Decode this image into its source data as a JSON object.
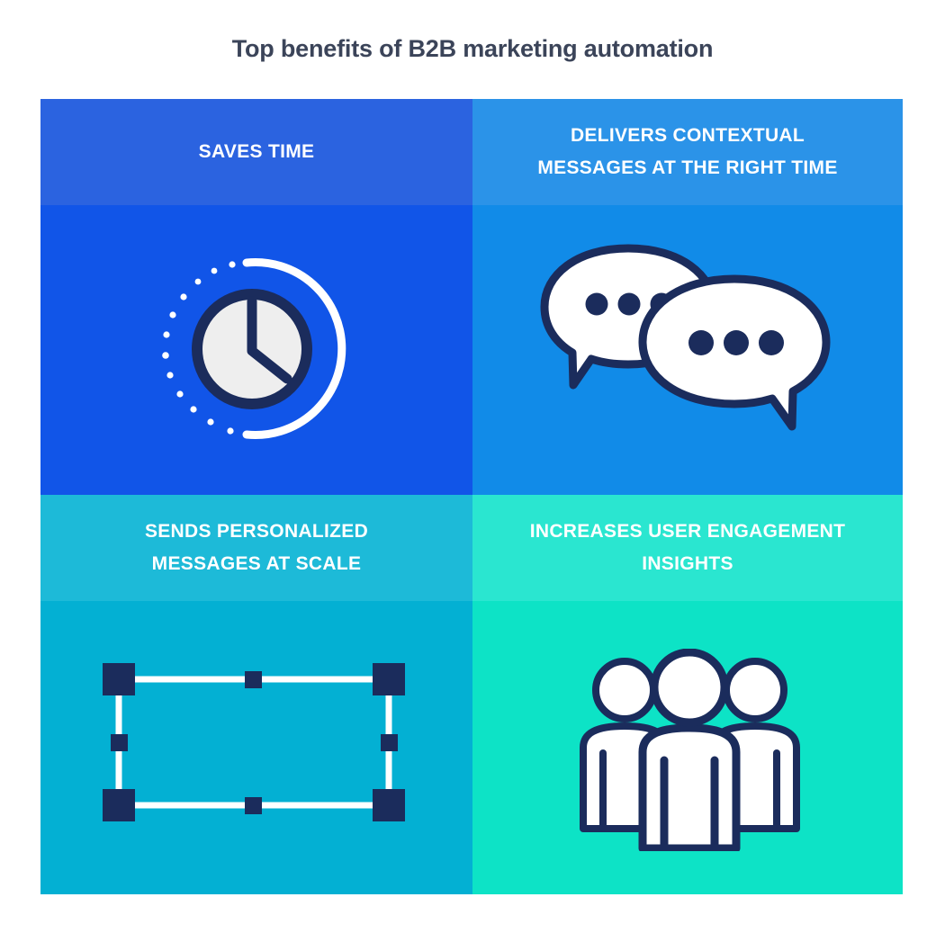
{
  "page": {
    "title": "Top benefits of B2B marketing automation",
    "background_color": "#ffffff",
    "title_color": "#3b4459",
    "icon_outline_color": "#1b2c5c",
    "icon_fill_color": "#f2f2f2"
  },
  "quadrants": [
    {
      "id": "saves-time",
      "position": "top-left",
      "header_line1": "SAVES TIME",
      "header_line2": "",
      "icon": "clock-icon",
      "header_color": "#2b63e0",
      "body_color": "#1155e8"
    },
    {
      "id": "contextual-messages",
      "position": "top-right",
      "header_line1": "DELIVERS CONTEXTUAL",
      "header_line2": "MESSAGES AT THE RIGHT TIME",
      "icon": "speech-bubbles-icon",
      "header_color": "#2b93e8",
      "body_color": "#118be8"
    },
    {
      "id": "personalized-at-scale",
      "position": "bottom-left",
      "header_line1": "SENDS PERSONALIZED",
      "header_line2": "MESSAGES AT SCALE",
      "icon": "scale-handles-icon",
      "header_color": "#1dbad8",
      "body_color": "#03b0d3"
    },
    {
      "id": "engagement-insights",
      "position": "bottom-right",
      "header_line1": "INCREASES USER ENGAGEMENT",
      "header_line2": "INSIGHTS",
      "icon": "people-group-icon",
      "header_color": "#2ae6d0",
      "body_color": "#0de3c6"
    }
  ]
}
